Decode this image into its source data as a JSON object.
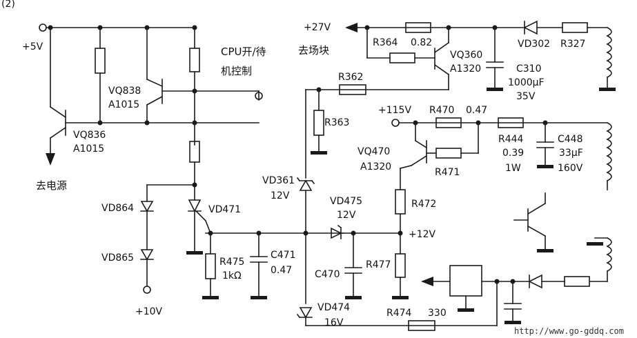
{
  "figure_number": "(2)",
  "watermark": "http://www.go-gddq.com",
  "rails": {
    "plus5v": "+5V",
    "plus27v": "+27V",
    "plus27v_dest": "去场块",
    "plus115v": "+115V",
    "plus12v": "+12V",
    "plus10v": "+10V",
    "to_power": "去电源",
    "cpu_label_1": "CPU开/待",
    "cpu_label_2": "机控制"
  },
  "components": {
    "vq838": "VQ838",
    "vq838_type": "A1015",
    "vq836": "VQ836",
    "vq836_type": "A1015",
    "vq360": "VQ360",
    "vq360_type": "A1320",
    "vq470": "VQ470",
    "vq470_type": "A1320",
    "r364": "R364",
    "r364_val": "0.82",
    "r362": "R362",
    "r363": "R363",
    "r470": "R470",
    "r470_val": "0.47",
    "r471": "R471",
    "r472": "R472",
    "r444": "R444",
    "r444_val": "0.39",
    "r444_pwr": "1W",
    "c448": "C448",
    "c448_val": "33μF",
    "c448_v": "160V",
    "c310": "C310",
    "c310_val": "1000μF",
    "c310_v": "35V",
    "vd302": "VD302",
    "r327": "R327",
    "vd361": "VD361",
    "vd361_val": "12V",
    "vd475": "VD475",
    "vd475_val": "12V",
    "vd474": "VD474",
    "vd474_val": "16V",
    "vd864": "VD864",
    "vd865": "VD865",
    "vd471": "VD471",
    "r475": "R475",
    "r475_val": "1kΩ",
    "c471": "C471",
    "c471_val": "0.47",
    "c470": "C470",
    "r477": "R477",
    "r474": "R474",
    "r474_val": "330"
  }
}
